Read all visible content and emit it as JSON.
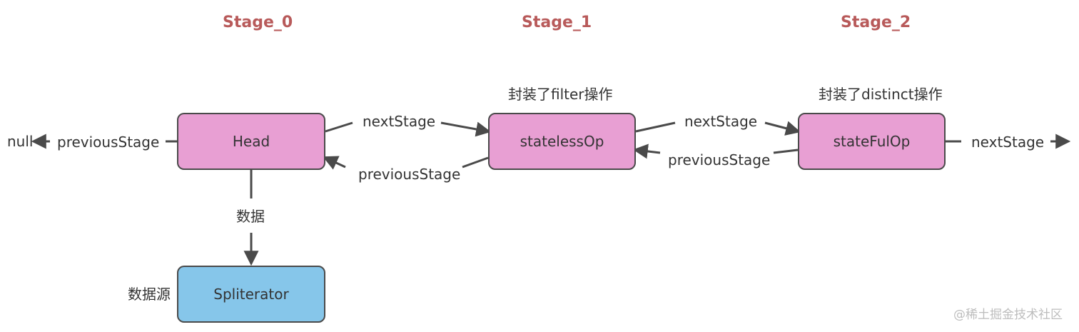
{
  "stages": {
    "stage0": "Stage_0",
    "stage1": "Stage_1",
    "stage2": "Stage_2"
  },
  "annotations": {
    "filter": "封装了filter操作",
    "distinct": "封装了distinct操作"
  },
  "nodes": {
    "head": "Head",
    "stateless": "statelessOp",
    "stateful": "stateFulOp",
    "spliterator": "Spliterator"
  },
  "edges": {
    "null_label": "null",
    "head_previous": "previousStage",
    "head_to_stateless_next": "nextStage",
    "stateless_to_head_previous": "previousStage",
    "stateless_to_stateful_next": "nextStage",
    "stateful_to_stateless_previous": "previousStage",
    "stateful_next": "nextStage",
    "data": "数据",
    "data_source": "数据源"
  },
  "watermark": "@稀土掘金技术社区",
  "colors": {
    "stage_label": "#b85a5a",
    "op_node": "#e89fd3",
    "source_node": "#86c6ea",
    "border": "#4a4a4a"
  }
}
